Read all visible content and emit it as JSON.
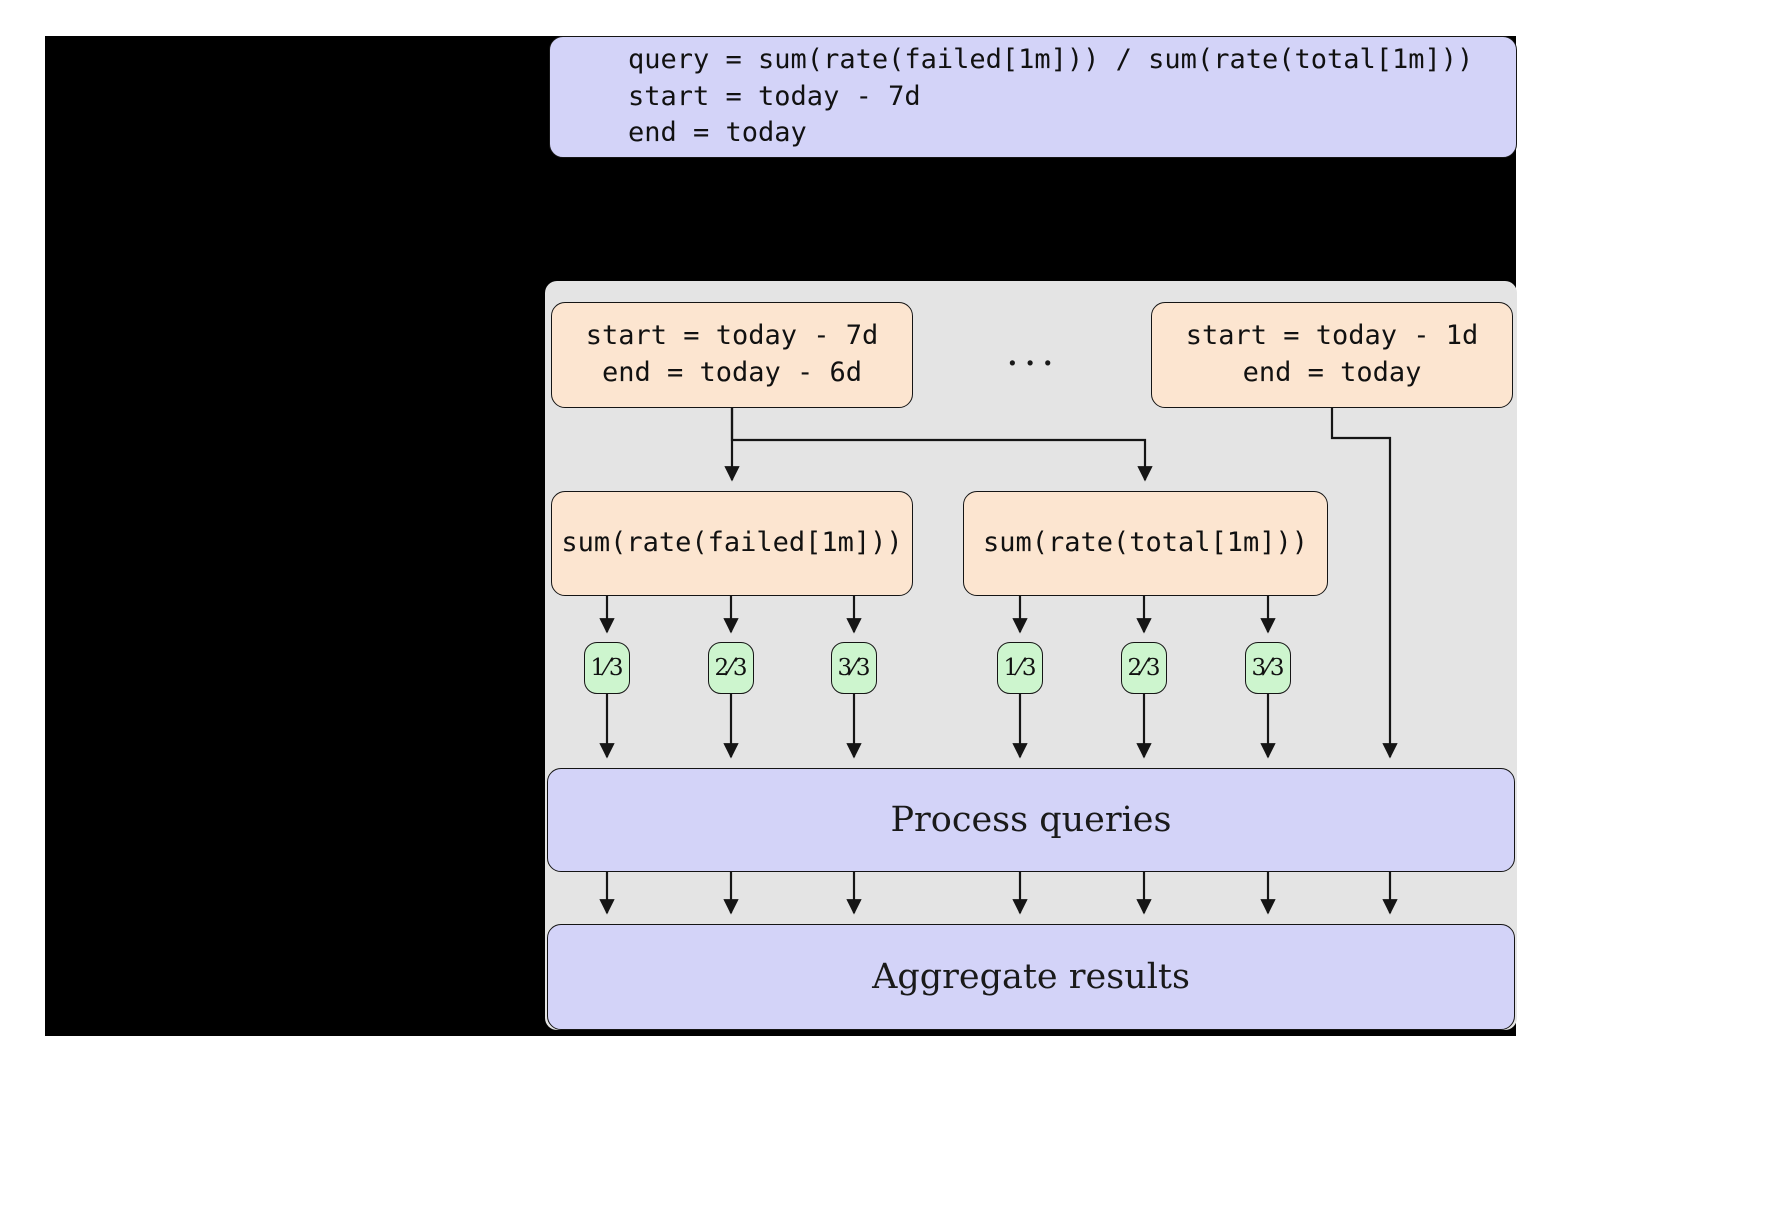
{
  "diagram": {
    "title_node": {
      "name": "original-query-spec",
      "lines": [
        "query = sum(rate(failed[1m])) / sum(rate(total[1m]))",
        "start = today - 7d",
        "end = today"
      ],
      "color": "#d3d3f8"
    },
    "split_panel": {
      "name": "query-splitting-region",
      "color": "#e4e4e4",
      "ellipsis": "..."
    },
    "time_ranges": [
      {
        "name": "time-range-first",
        "lines": [
          "start = today - 7d",
          "end = today - 6d"
        ],
        "color": "#fce5d0"
      },
      {
        "name": "time-range-last",
        "lines": [
          "start = today - 1d",
          "end = today"
        ],
        "color": "#fce5d0"
      }
    ],
    "subqueries": [
      {
        "name": "subquery-failed",
        "label": "sum(rate(failed[1m]))",
        "color": "#fce5d0"
      },
      {
        "name": "subquery-total",
        "label": "sum(rate(total[1m]))",
        "color": "#fce5d0"
      }
    ],
    "shard_badges": {
      "color": "#cdf5ce",
      "groups": [
        {
          "for": "subquery-failed",
          "labels": [
            "1⁄3",
            "2⁄3",
            "3⁄3"
          ]
        },
        {
          "for": "subquery-total",
          "labels": [
            "1⁄3",
            "2⁄3",
            "3⁄3"
          ]
        }
      ]
    },
    "stages": [
      {
        "name": "process-queries-stage",
        "label": "Process queries",
        "color": "#d3d3f8"
      },
      {
        "name": "aggregate-results-stage",
        "label": "Aggregate results",
        "color": "#d3d3f8"
      }
    ],
    "colors": {
      "lavender": "#d3d3f8",
      "peach": "#fce5d0",
      "mint": "#cdf5ce",
      "panel_grey": "#e4e4e4",
      "backdrop": "#000000",
      "stroke": "#151515"
    }
  }
}
